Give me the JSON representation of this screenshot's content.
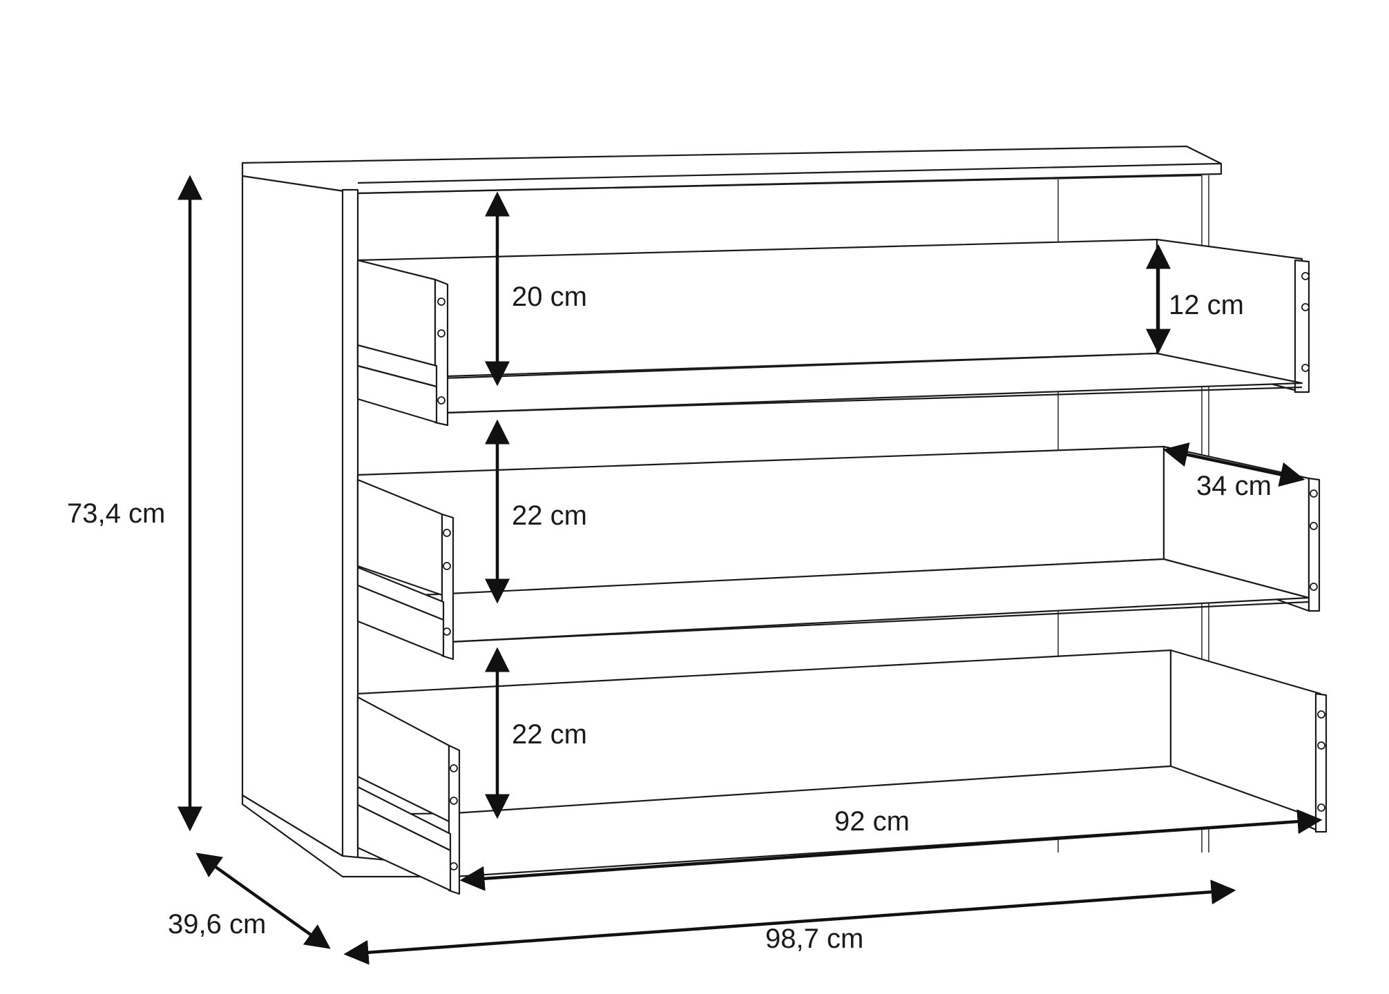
{
  "dimensions": {
    "total_height": "73,4 cm",
    "depth": "39,6 cm",
    "total_width": "98,7 cm",
    "drawer_1_inner_height": "20 cm",
    "drawer_1_side_height": "12 cm",
    "drawer_2_inner_height": "22 cm",
    "drawer_2_inner_depth": "34 cm",
    "drawer_3_inner_height": "22 cm",
    "drawer_inner_width": "92 cm"
  },
  "colors": {
    "line": "#1a1a1a",
    "background": "#ffffff"
  }
}
